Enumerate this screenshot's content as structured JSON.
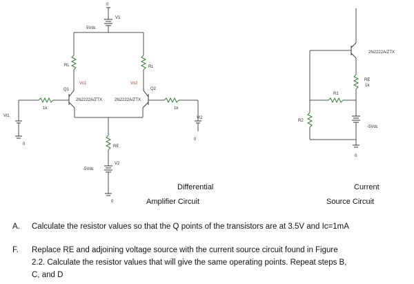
{
  "diagram": {
    "captions": {
      "differential": [
        "Differential",
        "Amplifier Circuit"
      ],
      "current_source": [
        "Current",
        "Source Circuit"
      ]
    },
    "labels": {
      "v1_top": "V1",
      "vcc": "5Vdc",
      "zero_top": "0",
      "rl_left": "RL",
      "rl_right": "RL",
      "vo1": "Vo1",
      "vo2": "Vo2",
      "q1": "Q1",
      "q2": "Q2",
      "q1_part": "2N2222A/ZTX",
      "q2_part": "2N2222A/ZTX",
      "r_left_val": "1k",
      "r_right_val": "1k",
      "vi1": "Vi1",
      "vi2": "Vi2",
      "zero_left": "0",
      "zero_right": "0",
      "re": "RE",
      "v2": "V2",
      "vee": "-5Vdc",
      "zero_bottom": "0",
      "cs_part": "2N2222A/ZTX",
      "cs_re": "RE",
      "cs_re_val": "1k",
      "cs_r1": "R1",
      "cs_r2": "R2",
      "cs_vee": "-5Vdc",
      "cs_zero": "0"
    }
  },
  "questions": [
    {
      "tag": "A.",
      "lines": [
        "Calculate the resistor values so that the Q points of the transistors are at 3.5V and Ic=1mA"
      ]
    },
    {
      "tag": "F.",
      "lines": [
        "Replace RE and adjoining voltage source with the current source circuit found in Figure",
        "2.2. Calculate the resistor values that will give the same operating points. Repeat steps B,",
        "C, and D"
      ]
    }
  ]
}
